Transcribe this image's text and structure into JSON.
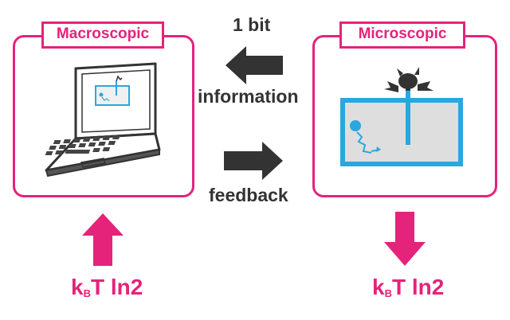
{
  "macro": {
    "title": "Macroscopic",
    "energy": "T ln2",
    "energy_prefix": "k",
    "energy_sub": "B"
  },
  "micro": {
    "title": "Microscopic",
    "energy": "T ln2",
    "energy_prefix": "k",
    "energy_sub": "B"
  },
  "info_flow": {
    "bit_label": "1 bit",
    "info_label": "information",
    "feedback_label": "feedback"
  },
  "colors": {
    "accent": "#e5237b",
    "dark_arrow": "#333333",
    "box_blue": "#2aa7df",
    "box_fill": "#dedede"
  }
}
